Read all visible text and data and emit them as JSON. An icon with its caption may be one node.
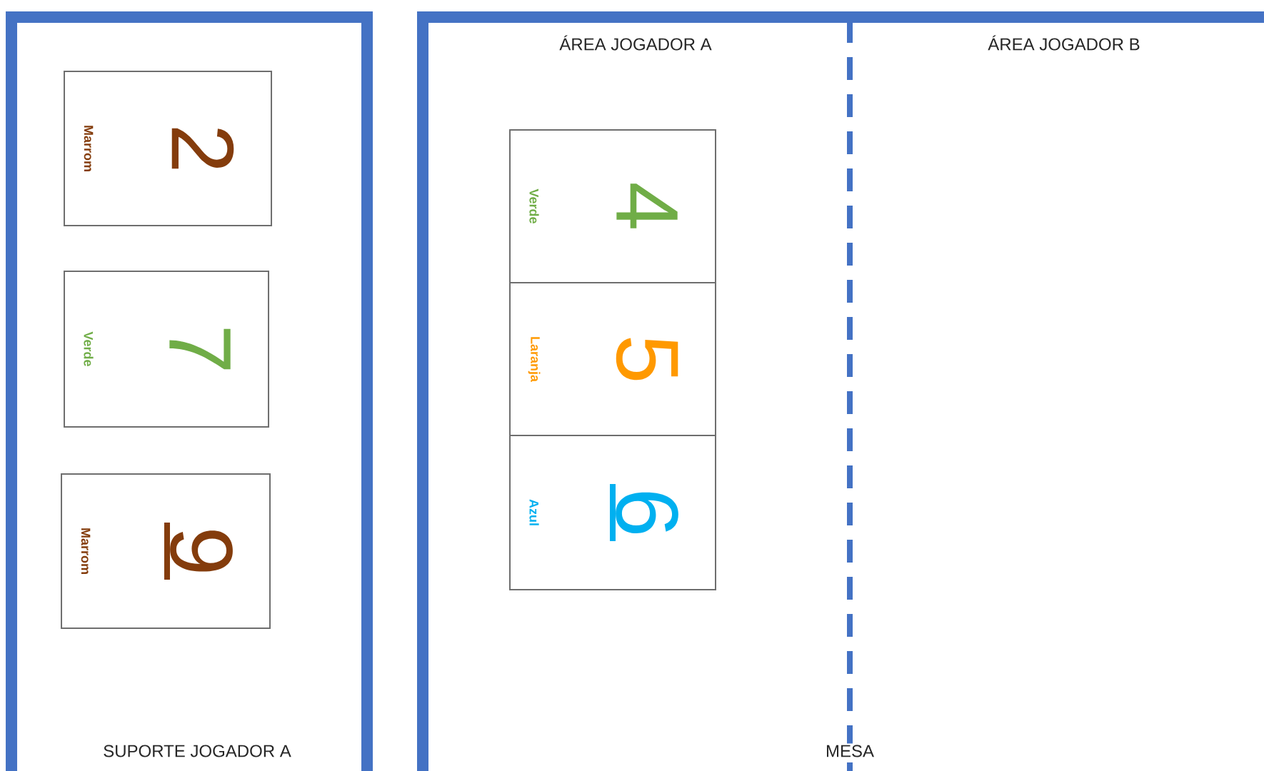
{
  "diagram": {
    "nodes": [
      {
        "text": [
          "SUPORTE JOGADOR A"
        ]
      },
      {
        "text": [
          "2",
          "Marrom"
        ],
        "in": 0
      },
      {
        "text": [
          "7",
          "Verde"
        ],
        "in": 0
      },
      {
        "text": [
          "9",
          "Marrom"
        ],
        "in": 0
      },
      {
        "text": [
          "MESA"
        ]
      },
      {
        "text": [
          "4",
          "Verde"
        ],
        "in": 4
      },
      {
        "text": [
          "5",
          "Laranja"
        ],
        "in": 4
      },
      {
        "text": [
          "6",
          "Azul"
        ],
        "in": 4
      }
    ],
    "labels": [
      "ÁREA JOGADOR A",
      "ÁREA JOGADOR B"
    ]
  }
}
